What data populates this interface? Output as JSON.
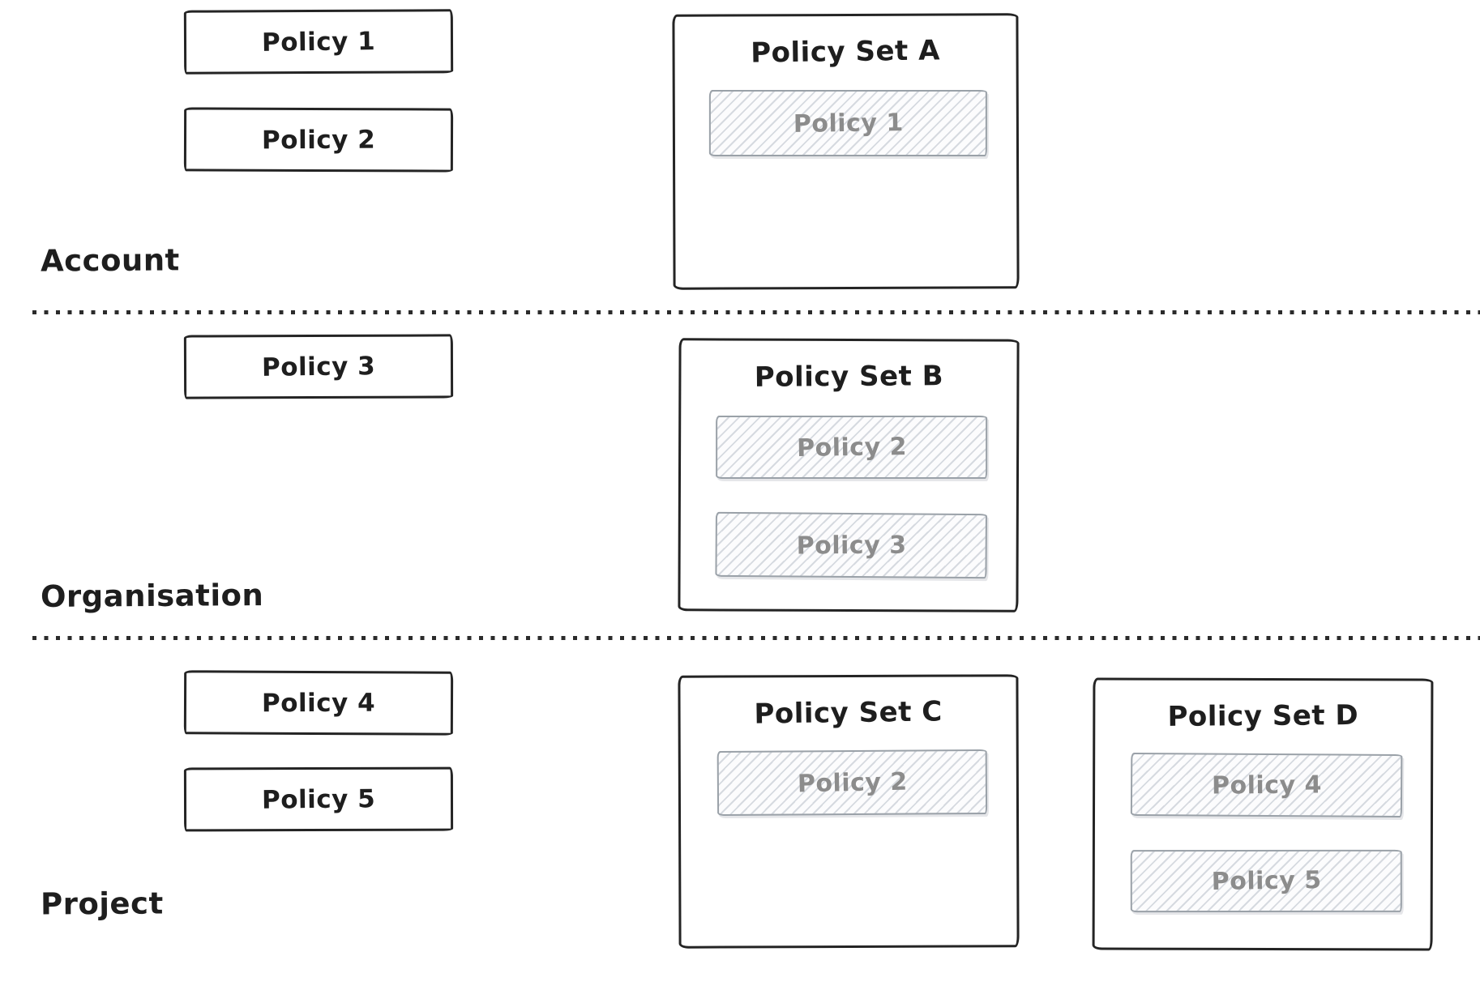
{
  "tiers": [
    {
      "label": "Account",
      "policies": [
        "Policy 1",
        "Policy 2"
      ],
      "sets": [
        {
          "title": "Policy Set A",
          "members": [
            "Policy 1"
          ]
        }
      ]
    },
    {
      "label": "Organisation",
      "policies": [
        "Policy 3"
      ],
      "sets": [
        {
          "title": "Policy Set B",
          "members": [
            "Policy 2",
            "Policy 3"
          ]
        }
      ]
    },
    {
      "label": "Project",
      "policies": [
        "Policy 4",
        "Policy 5"
      ],
      "sets": [
        {
          "title": "Policy Set C",
          "members": [
            "Policy 2"
          ]
        },
        {
          "title": "Policy Set D",
          "members": [
            "Policy 4",
            "Policy 5"
          ]
        }
      ]
    }
  ],
  "colors": {
    "stroke": "#242424",
    "text": "#1e1e1e",
    "member_border": "#9aa1a8",
    "member_text": "#8c8c8c",
    "hatch_line": "#b0b8c3",
    "background": "#ffffff"
  }
}
